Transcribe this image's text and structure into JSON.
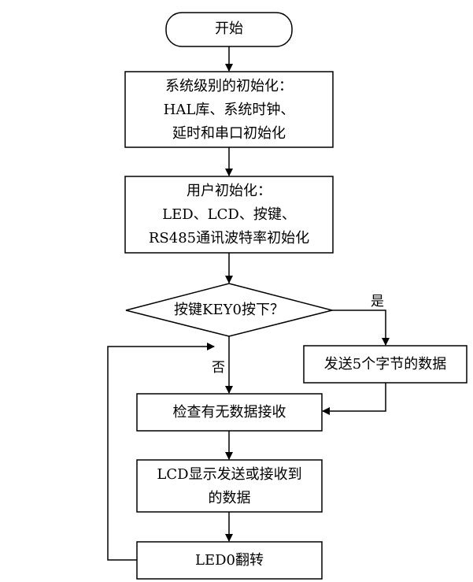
{
  "start": {
    "label": "开始"
  },
  "system_init": {
    "lines": [
      "系统级别的初始化：",
      "HAL库、系统时钟、",
      "延时和串口初始化"
    ]
  },
  "user_init": {
    "lines": [
      "用户初始化：",
      "LED、LCD、按键、",
      "RS485通讯波特率初始化"
    ]
  },
  "decision": {
    "label": "按键KEY0按下？",
    "yes_label": "是",
    "no_label": "否"
  },
  "send_data": {
    "label": "发送5个字节的数据"
  },
  "check_receive": {
    "label": "检查有无数据接收"
  },
  "lcd_display": {
    "lines": [
      "LCD显示发送或接收到",
      "的数据"
    ]
  },
  "led_toggle": {
    "label": "LED0翻转"
  }
}
